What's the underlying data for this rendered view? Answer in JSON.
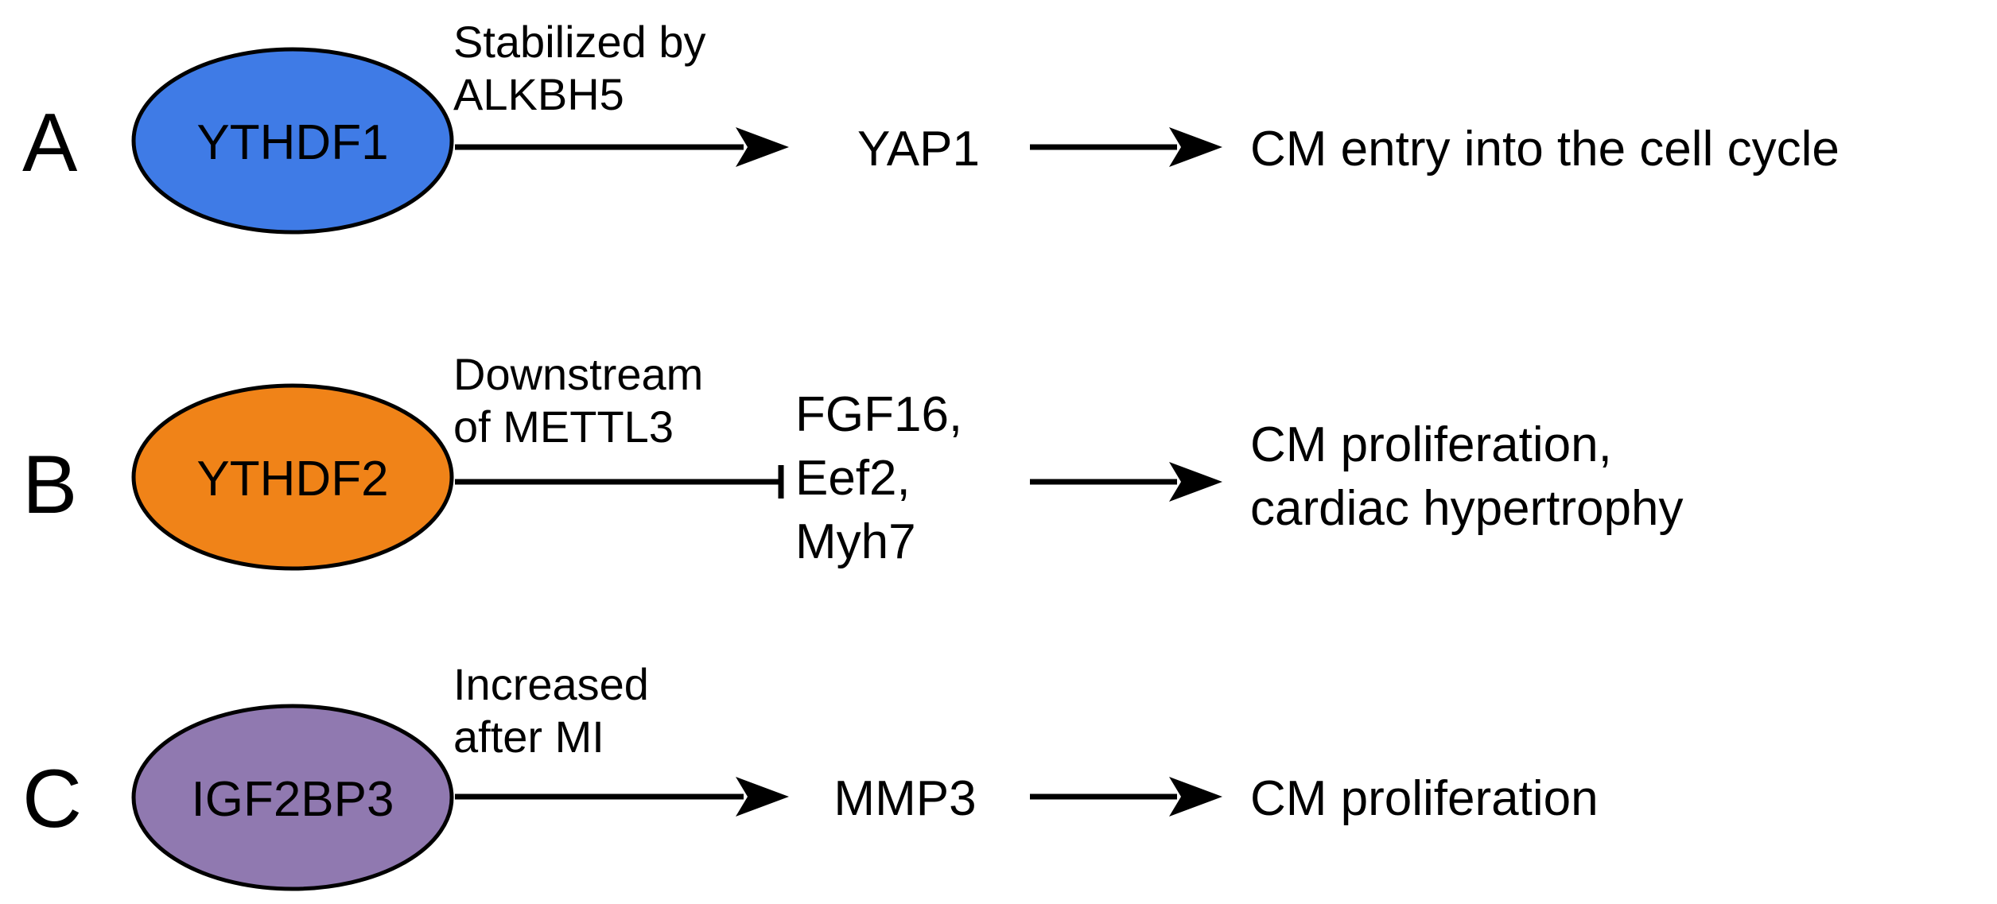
{
  "rows": [
    {
      "letter": "A",
      "node": {
        "label": "YTHDF1",
        "color": "#3f7be6"
      },
      "edge": {
        "line1": "Stabilized by",
        "line2": "ALKBH5",
        "type": "activation"
      },
      "target": {
        "line1": "YAP1",
        "line2": "",
        "line3": ""
      },
      "outcome": {
        "line1": "CM entry into the cell cycle",
        "line2": ""
      }
    },
    {
      "letter": "B",
      "node": {
        "label": "YTHDF2",
        "color": "#f08318"
      },
      "edge": {
        "line1": "Downstream",
        "line2": "of METTL3",
        "type": "inhibition"
      },
      "target": {
        "line1": "FGF16,",
        "line2": "Eef2,",
        "line3": "Myh7"
      },
      "outcome": {
        "line1": "CM proliferation,",
        "line2": "cardiac hypertrophy"
      }
    },
    {
      "letter": "C",
      "node": {
        "label": "IGF2BP3",
        "color": "#9079b0"
      },
      "edge": {
        "line1": "Increased",
        "line2": "after MI",
        "type": "activation"
      },
      "target": {
        "line1": "MMP3",
        "line2": "",
        "line3": ""
      },
      "outcome": {
        "line1": "CM proliferation",
        "line2": ""
      }
    }
  ]
}
